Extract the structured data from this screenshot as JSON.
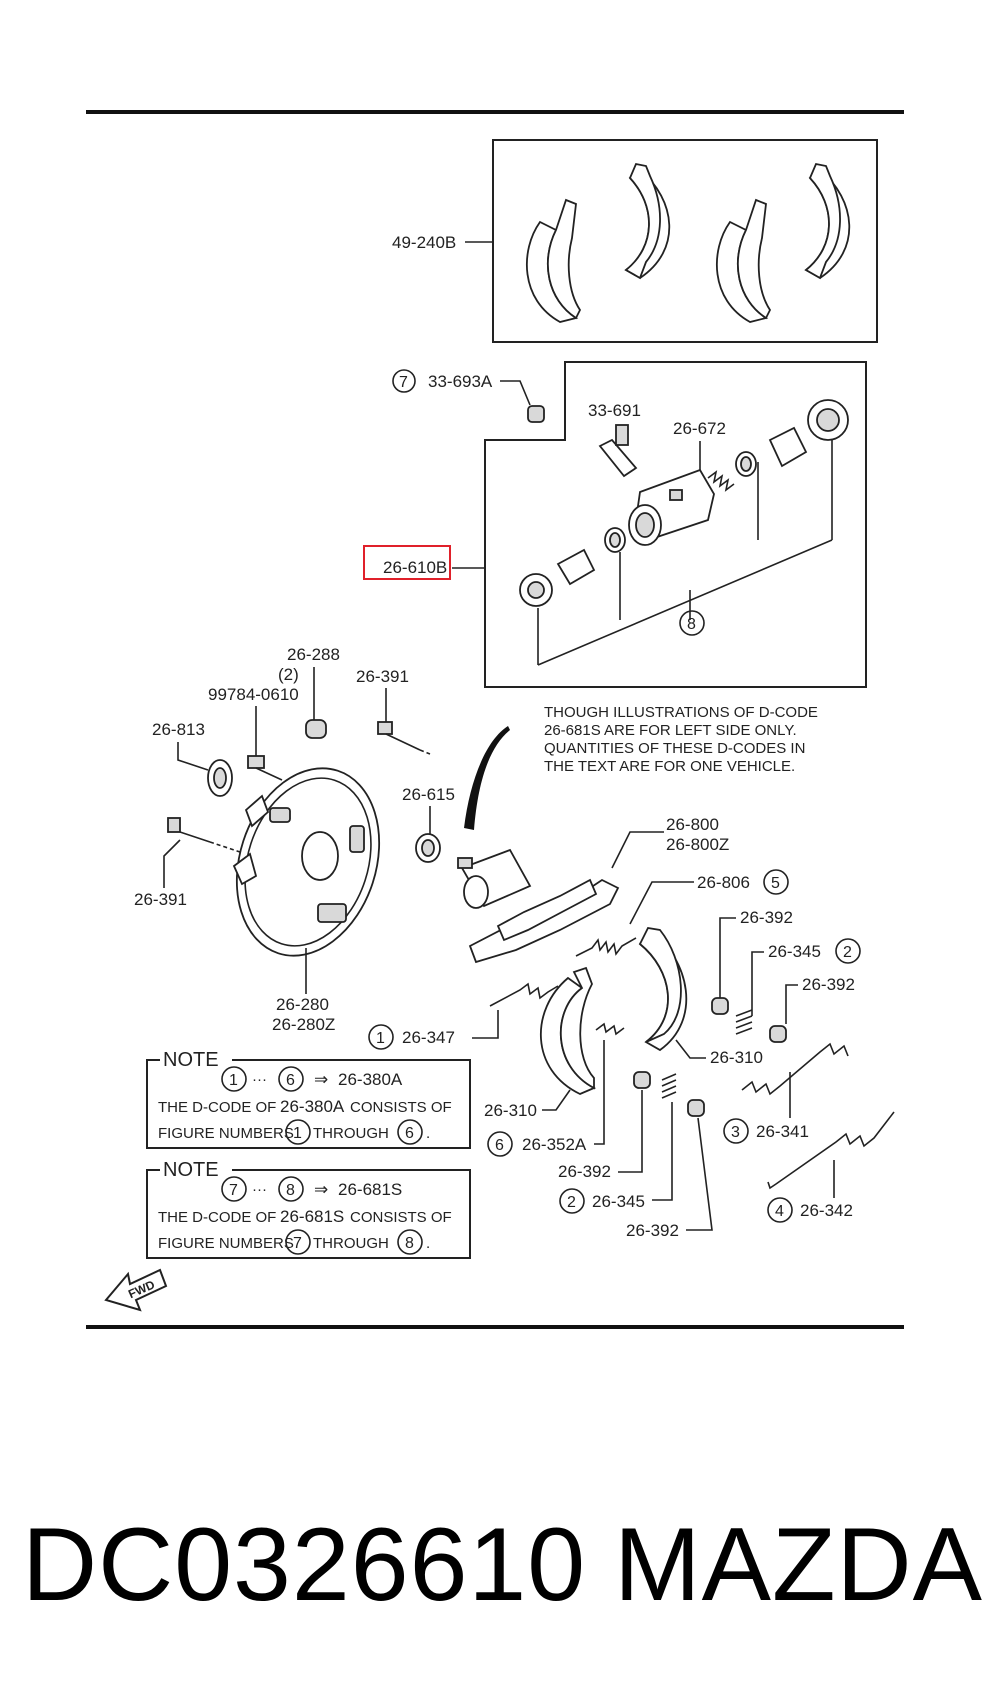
{
  "labels": {
    "shoe_kit": "49-240B",
    "circle_7_top": "7",
    "cap": "33-693A",
    "bleeder": "33-691",
    "spring_672": "26-672",
    "wheel_cyl_assy": "26-610B",
    "circle_8": "8",
    "bolt_288": "26-288",
    "qty_2": "(2)",
    "bolt_9978": "99784-0610",
    "bolt_391_top": "26-391",
    "seal_813": "26-813",
    "cyl_615": "26-615",
    "bolt_391_left": "26-391",
    "backing_plate": "26-280",
    "backing_plate_z": "26-280Z",
    "strut_800": "26-800",
    "strut_800z": "26-800Z",
    "spring_806": "26-806",
    "circle_5": "5",
    "pin_392_a": "26-392",
    "spring_345_a": "26-345",
    "circle_2_a": "2",
    "pin_392_b": "26-392",
    "shoe_310_right": "26-310",
    "circle_1": "1",
    "spring_347": "26-347",
    "shoe_310_left": "26-310",
    "circle_6": "6",
    "adjuster_352": "26-352A",
    "pin_392_c": "26-392",
    "circle_2_b": "2",
    "spring_345_b": "26-345",
    "pin_392_d": "26-392",
    "circle_3": "3",
    "spring_341": "26-341",
    "circle_4": "4",
    "spring_342": "26-342",
    "fwd": "FWD"
  },
  "notice": {
    "line1": "THOUGH  ILLUSTRATIONS OF  D-CODE",
    "line2": "26-681S  ARE  FOR  LEFT  SIDE  ONLY.",
    "line3": "QUANTITIES  OF  THESE  D-CODES  IN",
    "line4": "THE  TEXT  ARE  FOR  ONE VEHICLE."
  },
  "note1": {
    "title": "NOTE",
    "from": "1",
    "dots": "···",
    "to": "6",
    "arrow": "⇒",
    "code": "26-380A",
    "text_a": "THE D-CODE OF",
    "text_code": "26-380A",
    "text_b": "CONSISTS OF",
    "text_c": "FIGURE NUMBERS",
    "through": "THROUGH",
    "end": "."
  },
  "note2": {
    "title": "NOTE",
    "from": "7",
    "dots": "···",
    "to": "8",
    "arrow": "⇒",
    "code": "26-681S",
    "text_a": "THE D-CODE OF",
    "text_code": "26-681S",
    "text_b": "CONSISTS OF",
    "text_c": "FIGURE NUMBERS",
    "through": "THROUGH",
    "end": "."
  },
  "highlight_color": "#e0202a",
  "footer": {
    "part_number": "DC0326610",
    "brand": "MAZDA"
  }
}
